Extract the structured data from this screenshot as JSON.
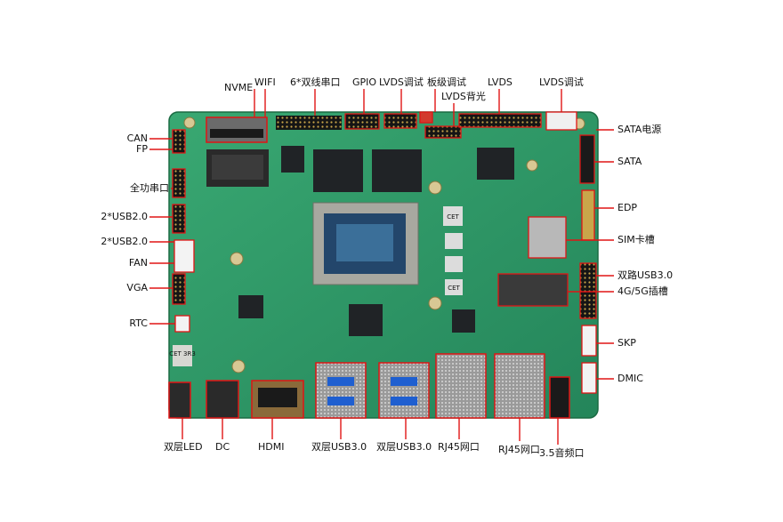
{
  "labels": {
    "top": {
      "nvme": "NVME",
      "wifi": "WIFI",
      "dual_serial": "6*双线串口",
      "gpio": "GPIO",
      "lvds_debug_1": "LVDS调试",
      "board_debug": "板级调试",
      "lvds_backlight": "LVDS背光",
      "lvds": "LVDS",
      "lvds_debug_2": "LVDS调试"
    },
    "left": {
      "can": "CAN",
      "fp": "FP",
      "full_serial": "全功串口",
      "usb20_a": "2*USB2.0",
      "usb20_b": "2*USB2.0",
      "fan": "FAN",
      "vga": "VGA",
      "rtc": "RTC"
    },
    "right": {
      "sata_power": "SATA电源",
      "sata": "SATA",
      "edp": "EDP",
      "sim": "SIM卡槽",
      "dual_usb30": "双路USB3.0",
      "slot_4g5g": "4G/5G插槽",
      "skp": "SKP",
      "dmic": "DMIC"
    },
    "bottom": {
      "dual_led": "双层LED",
      "dc": "DC",
      "hdmi": "HDMI",
      "dual_usb30_a": "双层USB3.0",
      "dual_usb30_b": "双层USB3.0",
      "rj45_a": "RJ45网口",
      "rj45_b": "RJ45网口",
      "audio": "3.5音频口"
    }
  },
  "chip_marks": {
    "cet_1": "CET",
    "cet_2": "CET",
    "inductor": "CET 3R3"
  },
  "colors": {
    "pcb": "#2e9a66",
    "pcb_dark": "#1f7a4d",
    "highlight": "#e01515",
    "chip": "#202326",
    "header": "#1a1a1a"
  }
}
